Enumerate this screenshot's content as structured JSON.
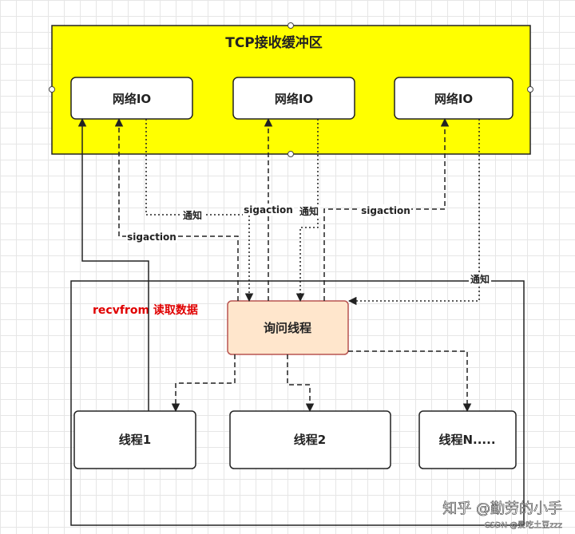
{
  "buffer": {
    "title": "TCP接收缓冲区",
    "fill": "#ffff00",
    "io_boxes": [
      "网络IO",
      "网络IO",
      "网络IO"
    ]
  },
  "container": {
    "label": "recvfrom 读取数据",
    "label_color": "#e00000"
  },
  "query_thread": {
    "label": "询问线程",
    "fill": "#ffe6cc",
    "stroke": "#b85450"
  },
  "workers": [
    "线程1",
    "线程2",
    "线程N....."
  ],
  "edge_labels": {
    "notify": "通知",
    "sigaction": "sigaction"
  },
  "watermark": {
    "main": "知乎 @勤劳的小手",
    "sub": "CSDN @爱吃土豆zzz"
  }
}
